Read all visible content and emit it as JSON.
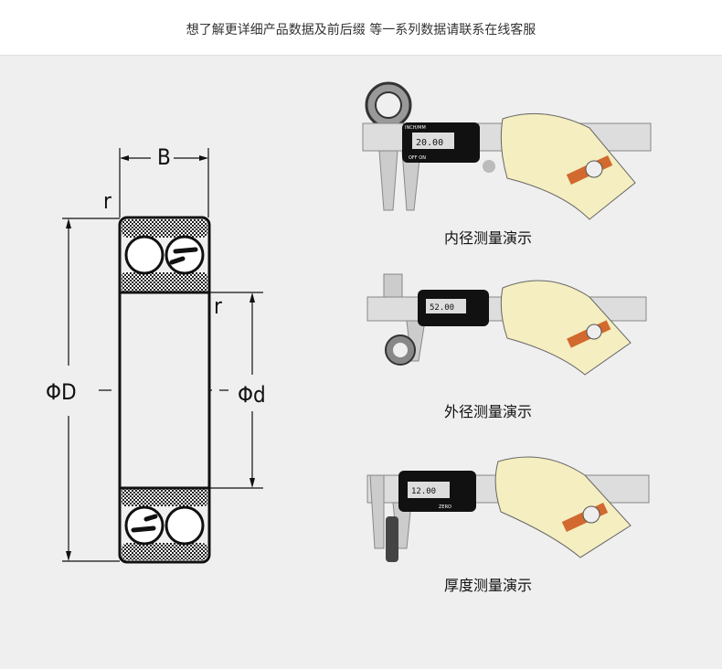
{
  "header": {
    "notice": "想了解更详细产品数据及前后缀 等一系列数据请联系在线客服"
  },
  "diagram": {
    "width_label": "B",
    "chamfer_label": "r",
    "outer_diameter_label": "ΦD",
    "inner_diameter_label": "Φd"
  },
  "demos": [
    {
      "caption": "内径测量演示",
      "reading": "20.00",
      "unit": "mm"
    },
    {
      "caption": "外径测量演示",
      "reading": "52.00",
      "unit": "mm"
    },
    {
      "caption": "厚度测量演示",
      "reading": "12.00",
      "unit": "mm"
    }
  ],
  "caliper": {
    "brand": "INCH/MM",
    "off_on": "OFF ON",
    "zero": "ZERO"
  }
}
